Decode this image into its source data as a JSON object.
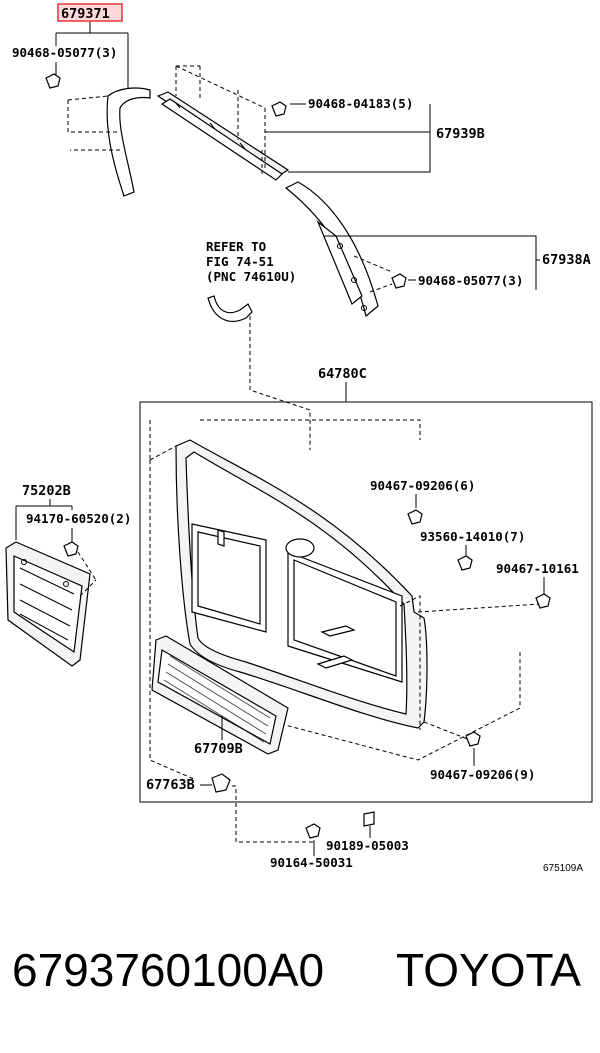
{
  "diagram": {
    "labels": {
      "highlighted_part": "679371",
      "clip_top_left": "90468-05077(3)",
      "clip_top_right": "90468-04183(5)",
      "part_67939B": "67939B",
      "refer_line1": "REFER TO",
      "refer_line2": "FIG 74-51",
      "refer_line3": "(PNC 74610U)",
      "part_67938A": "67938A",
      "clip_mid_right": "90468-05077(3)",
      "part_64780C": "64780C",
      "part_75202B": "75202B",
      "clip_75202B": "94170-60520(2)",
      "clip_90467_09206_6": "90467-09206(6)",
      "clip_93560": "93560-14010(7)",
      "clip_90467_10161": "90467-10161",
      "part_67709B": "67709B",
      "clip_90467_09206_9": "90467-09206(9)",
      "part_67763B": "67763B",
      "clip_90189": "90189-05003",
      "clip_90164": "90164-50031",
      "diagram_code": "675109A"
    },
    "highlight_color": "#e8404a"
  },
  "caption": {
    "part_number": "6793760100A0",
    "brand": "TOYOTA"
  }
}
